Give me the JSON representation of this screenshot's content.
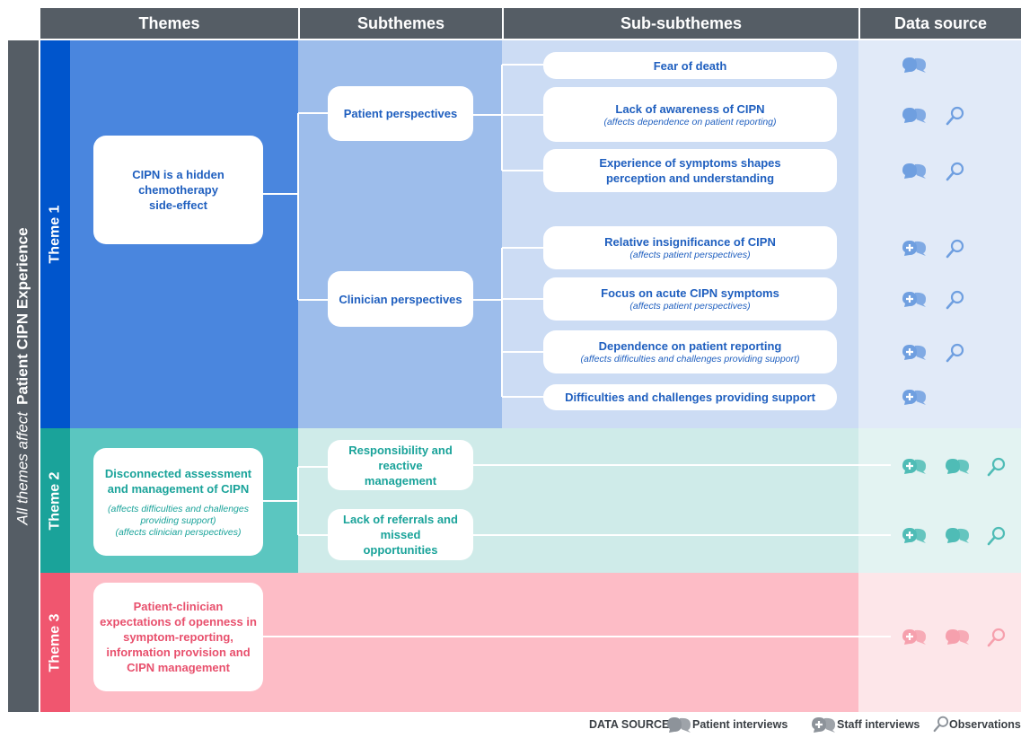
{
  "headers": {
    "themes": "Themes",
    "subthemes": "Subthemes",
    "subsubthemes": "Sub-subthemes",
    "datasource": "Data source"
  },
  "side": {
    "prefix": "All themes affect",
    "title": "Patient CIPN Experience"
  },
  "theme1": {
    "label": "Theme 1",
    "theme": "CIPN is a hidden chemotherapy side-effect",
    "subthemes": [
      "Patient perspectives",
      "Clinician perspectives"
    ],
    "subsubthemes": [
      {
        "title": "Fear of death",
        "note": ""
      },
      {
        "title": "Lack of awareness of CIPN",
        "note": "(affects dependence on patient reporting)"
      },
      {
        "title": "Experience of symptoms shapes perception and understanding",
        "note": ""
      },
      {
        "title": "Relative insignificance of CIPN",
        "note": "(affects patient perspectives)"
      },
      {
        "title": "Focus on acute CIPN symptoms",
        "note": "(affects patient perspectives)"
      },
      {
        "title": "Dependence on patient reporting",
        "note": "(affects difficulties and challenges providing support)"
      },
      {
        "title": "Difficulties and challenges providing support",
        "note": ""
      }
    ],
    "sources": [
      [
        "patient-interviews"
      ],
      [
        "patient-interviews",
        "observations"
      ],
      [
        "patient-interviews",
        "observations"
      ],
      [
        "staff-interviews",
        "observations"
      ],
      [
        "staff-interviews",
        "observations"
      ],
      [
        "staff-interviews",
        "observations"
      ],
      [
        "staff-interviews"
      ]
    ]
  },
  "theme2": {
    "label": "Theme 2",
    "theme": "Disconnected assessment and management of CIPN",
    "theme_notes": [
      "(affects difficulties and challenges providing support)",
      "(affects clinician perspectives)"
    ],
    "subthemes": [
      "Responsibility and reactive management",
      "Lack of referrals and missed opportunities"
    ],
    "sources": [
      [
        "staff-interviews",
        "patient-interviews",
        "observations"
      ],
      [
        "staff-interviews",
        "patient-interviews",
        "observations"
      ]
    ]
  },
  "theme3": {
    "label": "Theme 3",
    "theme": "Patient-clinician expectations of openness in symptom-reporting, information provision and CIPN management",
    "sources": [
      [
        "staff-interviews",
        "patient-interviews",
        "observations"
      ]
    ]
  },
  "legend": {
    "title": "DATA SOURCE",
    "patient": "Patient interviews",
    "staff": "Staff interviews",
    "observations": "Observations"
  },
  "colors": {
    "header": "#555d65",
    "side": "#555d65",
    "theme1": "#0055cc",
    "theme1_col1": "#4a86de",
    "theme1_col2": "#9dbdeb",
    "theme1_col3": "#ccdcf4",
    "theme1_col4": "#e1eaf8",
    "theme1_icon": "#6f9fe0",
    "theme2": "#1aa39a",
    "theme2_col1": "#5bc6c0",
    "theme2_col2": "#cfebe9",
    "theme2_col4": "#e3f3f2",
    "theme2_icon": "#4fbcb6",
    "theme3": "#f0566f",
    "theme3_col": "#fdbcc6",
    "theme3_col4": "#fde6e9",
    "theme3_icon": "#f6a0ad"
  }
}
